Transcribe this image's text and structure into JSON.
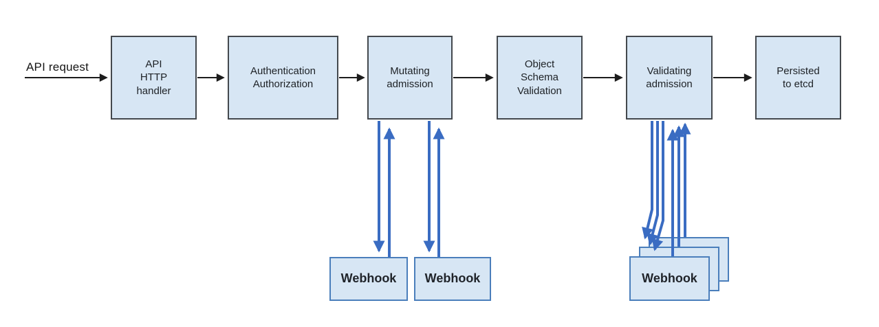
{
  "diagram": {
    "request_label": "API request",
    "pipeline": [
      {
        "label": "API\nHTTP\nhandler"
      },
      {
        "label": "Authentication\nAuthorization"
      },
      {
        "label": "Mutating\nadmission"
      },
      {
        "label": "Object\nSchema\nValidation"
      },
      {
        "label": "Validating\nadmission"
      },
      {
        "label": "Persisted\nto etcd"
      }
    ],
    "mutating_webhooks": [
      {
        "label": "Webhook"
      },
      {
        "label": "Webhook"
      }
    ],
    "validating_webhooks": [
      {
        "label": "Webhook"
      },
      {
        "label": "Webhook"
      },
      {
        "label": "Webhook"
      }
    ],
    "colors": {
      "box_fill": "#d7e6f4",
      "box_border": "#43484d",
      "webhook_border": "#4a7ebb",
      "flow_arrow": "#1c1c1c",
      "webhook_arrow": "#3a6cc2"
    }
  }
}
